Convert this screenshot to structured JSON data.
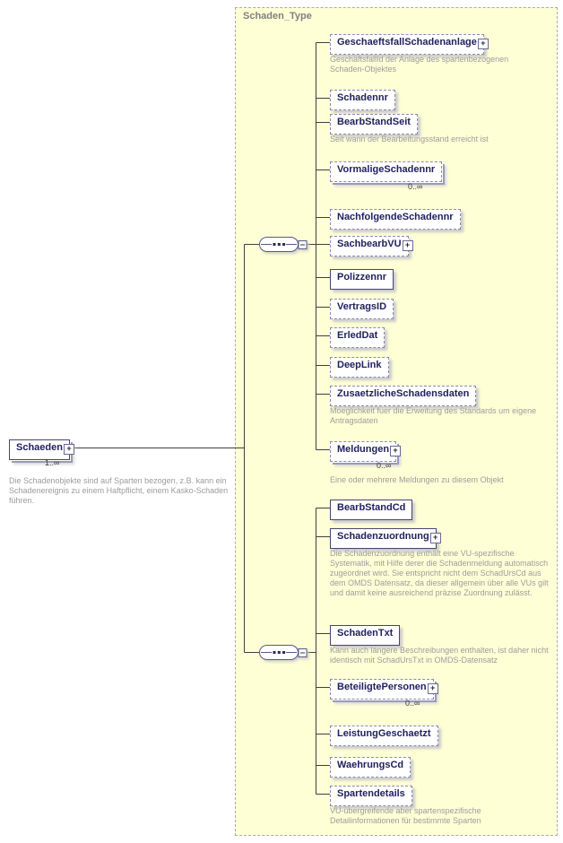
{
  "diagram": {
    "type_label": "Schaden_Type"
  },
  "icons": {
    "plus": "+",
    "minus": "−"
  },
  "colors": {
    "frame_fill": "#ffffd6",
    "optional_border": "#8a8ab2",
    "required_border": "#46466e",
    "label_text": "#21215e",
    "annotation_text": "#9c9c9c"
  },
  "root": {
    "label": "Schaeden",
    "occurs": "1..∞",
    "annotation": "Die Schadenobjekte sind auf Sparten bezogen, z.B. kann ein Schadenereignis zu einem Haftpflicht, einem Kasko-Schaden führen."
  },
  "elements": [
    {
      "label": "GeschaeftsfallSchadenanlage",
      "annotation": "GeschäftsfallId der Anlage des spartenbezogenen Schaden-Objektes"
    },
    {
      "label": "Schadennr"
    },
    {
      "label": "BearbStandSeit",
      "annotation": "Seit wann der Bearbeitungsstand erreicht ist"
    },
    {
      "label": "VormaligeSchadennr",
      "occurs": "0..∞"
    },
    {
      "label": "NachfolgendeSchadennr"
    },
    {
      "label": "SachbearbVU"
    },
    {
      "label": "Polizzennr"
    },
    {
      "label": "VertragsID"
    },
    {
      "label": "ErledDat"
    },
    {
      "label": "DeepLink"
    },
    {
      "label": "ZusaetzlicheSchadensdaten",
      "annotation": "Moeglichkeit fuer die Erweitung des Standards um eigene Antragsdaten"
    },
    {
      "label": "Meldungen",
      "occurs": "0..∞",
      "annotation": "Eine oder mehrere Meldungen zu diesem Objekt"
    },
    {
      "label": "BearbStandCd"
    },
    {
      "label": "Schadenzuordnung",
      "annotation": "Die Schadenzuordnung enthält eine VU-spezifische Systematik, mit Hilfe derer die Schadenmeldung automatisch zugeordnet wird. Sie entspricht nicht dem SchadUrsCd aus dem OMDS Datensatz, da dieser allgemein über alle VUs gilt und damit keine ausreichend präzise  Zuordnung zulässt."
    },
    {
      "label": "SchadenTxt",
      "annotation": "Kann auch längere Beschreibungen enthalten, ist daher nicht identisch mit SchadUrsTxt in OMDS-Datensatz"
    },
    {
      "label": "BeteiligtePersonen",
      "occurs": "0..∞"
    },
    {
      "label": "LeistungGeschaetzt"
    },
    {
      "label": "WaehrungsCd"
    },
    {
      "label": "Spartendetails",
      "annotation": "VU-übergreifende aber spartenspezifische Detailinformationen für bestimmte Sparten"
    }
  ]
}
